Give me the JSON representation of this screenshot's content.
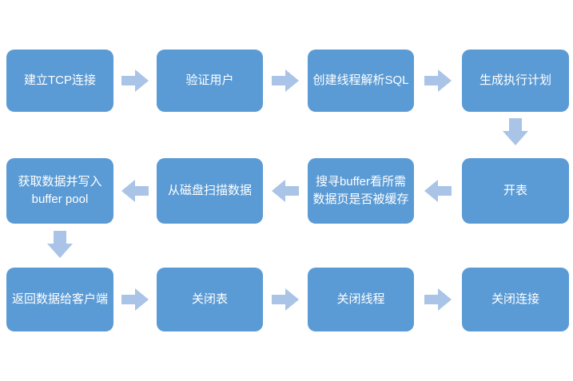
{
  "page": {
    "background": "#ffffff",
    "type": "flowchart"
  },
  "colors": {
    "page_background": "#ffffff",
    "box_fill": "#5b9bd5",
    "box_text": "#ffffff",
    "arrow_fill": "#a9c4e6"
  },
  "icons": {
    "block_arrow_right": "solid block arrow pointing right",
    "block_arrow_left": "solid block arrow pointing left",
    "block_arrow_down": "solid block arrow pointing down"
  },
  "flow": {
    "rows": [
      {
        "direction": "right",
        "steps": [
          "建立TCP连接",
          "验证用户",
          "创建线程解析SQL",
          "生成执行计划"
        ]
      },
      {
        "direction": "left",
        "steps": [
          "获取数据并写入\nbuffer pool",
          "从磁盘扫描数据",
          "搜寻buffer看所需\n数据页是否被缓存",
          "开表"
        ]
      },
      {
        "direction": "right",
        "steps": [
          "返回数据给客户端",
          "关闭表",
          "关闭线程",
          "关闭连接"
        ]
      }
    ]
  }
}
